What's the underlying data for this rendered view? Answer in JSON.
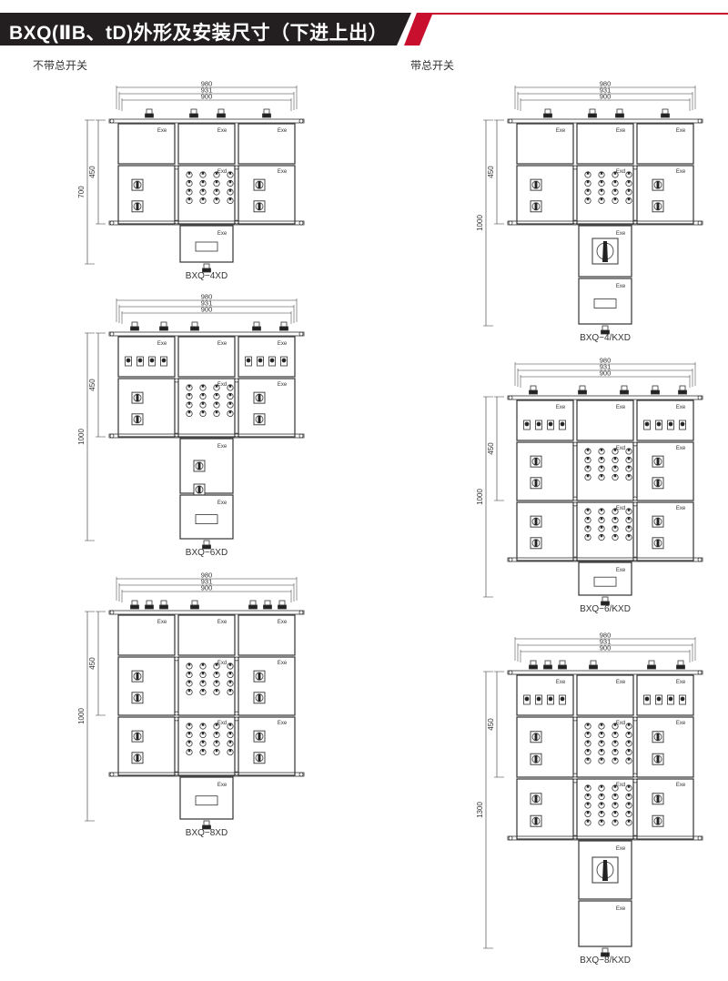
{
  "header": {
    "title": "BXQ(ⅡB、tD)外形及安装尺寸（下进上出）",
    "accent_color": "#c8102e",
    "bar_color": "#231f20"
  },
  "sections": {
    "left_label": "不带总开关",
    "right_label": "带总开关"
  },
  "dimension_labels": {
    "w980": "980",
    "w931": "931",
    "w900": "900",
    "h450": "450",
    "h700": "700",
    "h1000": "1000",
    "h1300": "1300",
    "box_mark": "Exe",
    "box_mark_d": "Exd"
  },
  "models": [
    {
      "id": "BXQ-4XD",
      "caption": "BXQ−4XD"
    },
    {
      "id": "BXQ-6XD",
      "caption": "BXQ−6XD"
    },
    {
      "id": "BXQ-8XD",
      "caption": "BXQ−8XD"
    },
    {
      "id": "BXQ-4/KXD",
      "caption": "BXQ−4/KXD"
    },
    {
      "id": "BXQ-6/KXD",
      "caption": "BXQ−6/KXD"
    },
    {
      "id": "BXQ-8/KXD",
      "caption": "BXQ−8/KXD"
    }
  ]
}
